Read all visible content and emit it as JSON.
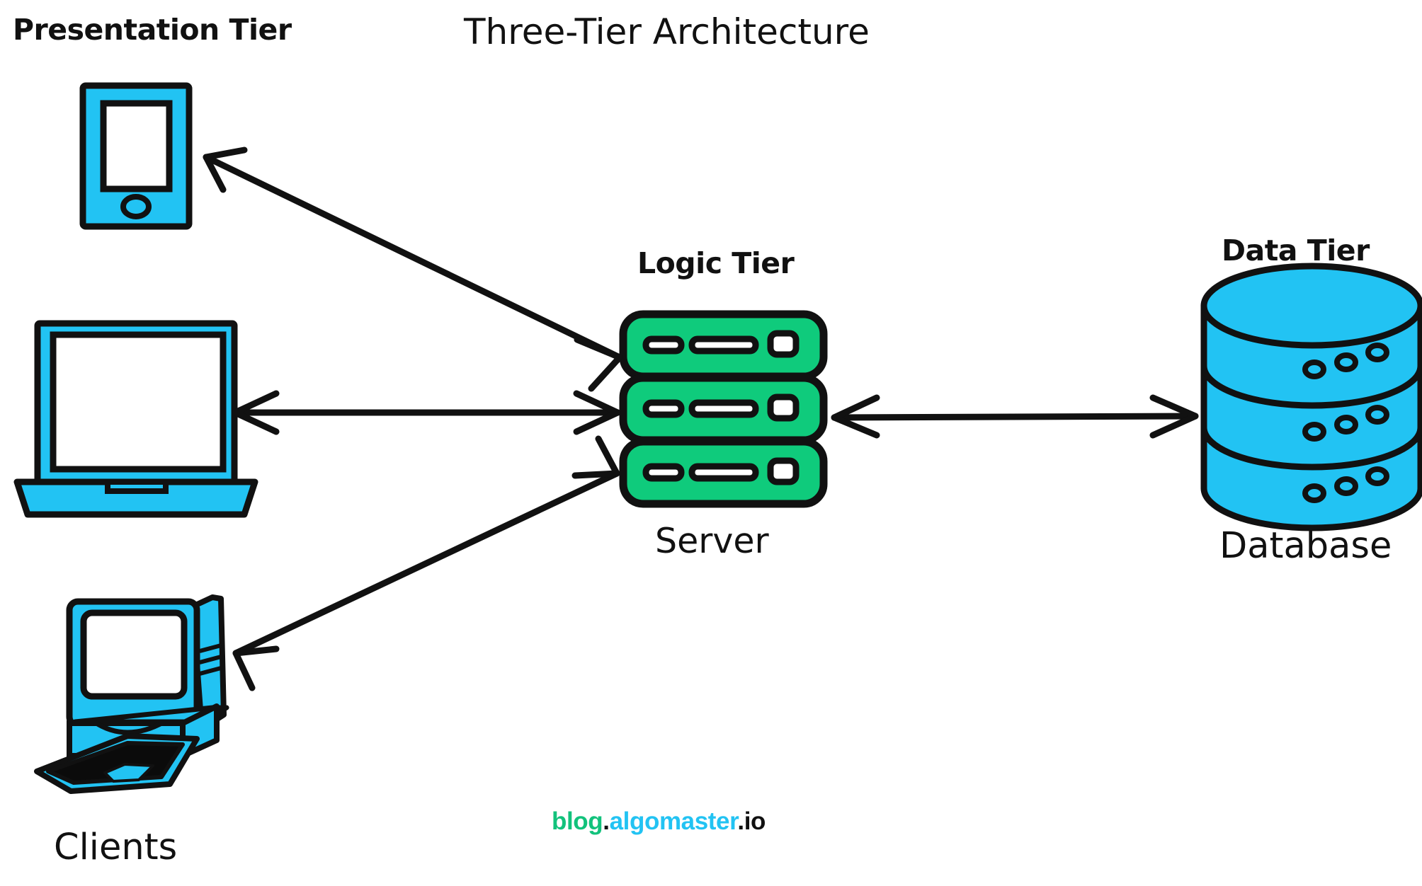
{
  "diagram": {
    "title": "Three-Tier Architecture",
    "type": "architecture-diagram",
    "background": "#FFFFFF",
    "colors": {
      "client_cyan": "#22C3F3",
      "server_green": "#0FCB7C",
      "outline_black": "#111111",
      "screen_white": "#FFFFFF",
      "keyboard_black": "#0B0B0B"
    }
  },
  "tiers": [
    {
      "id": "presentation",
      "label": "Presentation Tier",
      "group_label": "Clients",
      "color": "#22C3F3",
      "nodes": [
        {
          "id": "phone",
          "icon": "smartphone-icon"
        },
        {
          "id": "laptop",
          "icon": "laptop-icon"
        },
        {
          "id": "desktop",
          "icon": "desktop-computer-icon"
        }
      ]
    },
    {
      "id": "logic",
      "label": "Logic Tier",
      "group_label": "Server",
      "color": "#0FCB7C",
      "nodes": [
        {
          "id": "server",
          "icon": "server-rack-icon",
          "units": 3
        }
      ]
    },
    {
      "id": "data",
      "label": "Data Tier",
      "group_label": "Database",
      "color": "#22C3F3",
      "nodes": [
        {
          "id": "database",
          "icon": "database-cylinder-icon",
          "bands": 3
        }
      ]
    }
  ],
  "connections": [
    {
      "id": "phone-server",
      "from": "server",
      "to": "phone",
      "style": "single-arrow",
      "direction": "to-phone"
    },
    {
      "id": "laptop-server",
      "from": "laptop",
      "to": "server",
      "style": "double-arrow",
      "direction": "bidirectional"
    },
    {
      "id": "desktop-server",
      "from": "desktop",
      "to": "server",
      "style": "double-arrow",
      "direction": "bidirectional"
    },
    {
      "id": "server-database",
      "from": "server",
      "to": "database",
      "style": "double-arrow",
      "direction": "bidirectional"
    }
  ],
  "watermark": {
    "blog": "blog",
    "dot1": ".",
    "algomaster": "algomaster",
    "dot2": ".",
    "io": "io"
  }
}
